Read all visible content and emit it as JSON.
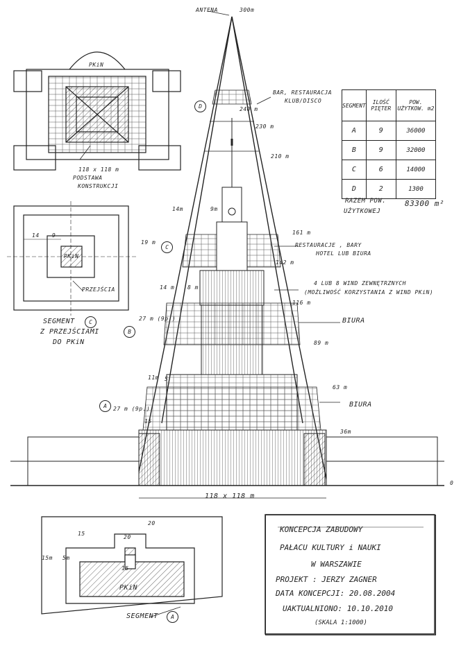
{
  "labels": {
    "antenna": "ANTENA",
    "h300": "300m",
    "bar": "BAR, RESTAURACJA",
    "klub": "KLUB/DISCO",
    "h240": "240 m",
    "h230": "230 m",
    "h210": "210 m",
    "pkin_top": "PKiN",
    "base_size": "118 x 118 m",
    "podstawa1": "PODSTAWA",
    "podstawa2": "KONSTRUKCJI",
    "w14m": "14m",
    "w9m": "9m",
    "h161": "161 m",
    "h19": "19 m",
    "seg_c_letter": "C",
    "restauracje": "RESTAURACJE , BARY",
    "hotel": "HOTEL LUB BIURA",
    "h142": "142 m",
    "w14b": "14 m",
    "w8": "8 m",
    "windy": "4 LUB 8 WIND ZEWNĘTRZNYCH",
    "mozliwosc": "(MOŻLIWOŚĆ KORZYSTANIA Z WIND PKiN)",
    "h116": "116 m",
    "seg_b_letter": "B",
    "h27_9p_b": "27 m (9p.)",
    "biura1": "BIURA",
    "h89": "89 m",
    "w11": "11m",
    "w5": "5",
    "h63": "63 m",
    "seg_a_letter": "A",
    "h27_9p_a": "27 m (9p.)",
    "biura2": "BIURA",
    "w15": "15",
    "h36": "36m",
    "zero": "0",
    "base_118": "118 x 118 m",
    "seg_d_letter": "D",
    "plan_14": "14",
    "plan_9": "9",
    "plan_pkin": "PKiN",
    "przejscia": "PRZEJŚCIA",
    "seg_c_cap1": "SEGMENT",
    "seg_c_cap2": "Z PRZEJŚCIAMI",
    "seg_c_cap3": "DO PKiN",
    "seg_c_circle": "C",
    "pa_20": "20",
    "pa_15a": "15",
    "pa_20b": "20",
    "pa_15b": "15",
    "pa_15m": "15m",
    "pa_5m": "5m",
    "pa_pkin": "PKiN",
    "seg_a_cap": "SEGMENT",
    "seg_a_circle": "A"
  },
  "table": {
    "headers": [
      "SEGMENT",
      "ILOŚĆ PIĘTER",
      "POW. UŻYTKOW. m2"
    ],
    "rows": [
      {
        "seg": "A",
        "floors": "9",
        "area": "36000"
      },
      {
        "seg": "B",
        "floors": "9",
        "area": "32000"
      },
      {
        "seg": "C",
        "floors": "6",
        "area": "14000"
      },
      {
        "seg": "D",
        "floors": "2",
        "area": "1300"
      }
    ],
    "total_label1": "RAZEM POW.",
    "total_label2": "UŻYTKOWEJ",
    "total_value": "83300 m²"
  },
  "title_block": {
    "line1": "KONCEPCJA ZABUDOWY",
    "line2": "PAŁACU KULTURY i NAUKI",
    "line3": "W WARSZAWIE",
    "line4": "PROJEKT : JERZY ZAGNER",
    "line5": "DATA KONCEPCJI: 20.08.2004",
    "line6": "UAKTUALNIONO: 10.10.2010",
    "line7": "(SKALA 1:1000)"
  }
}
